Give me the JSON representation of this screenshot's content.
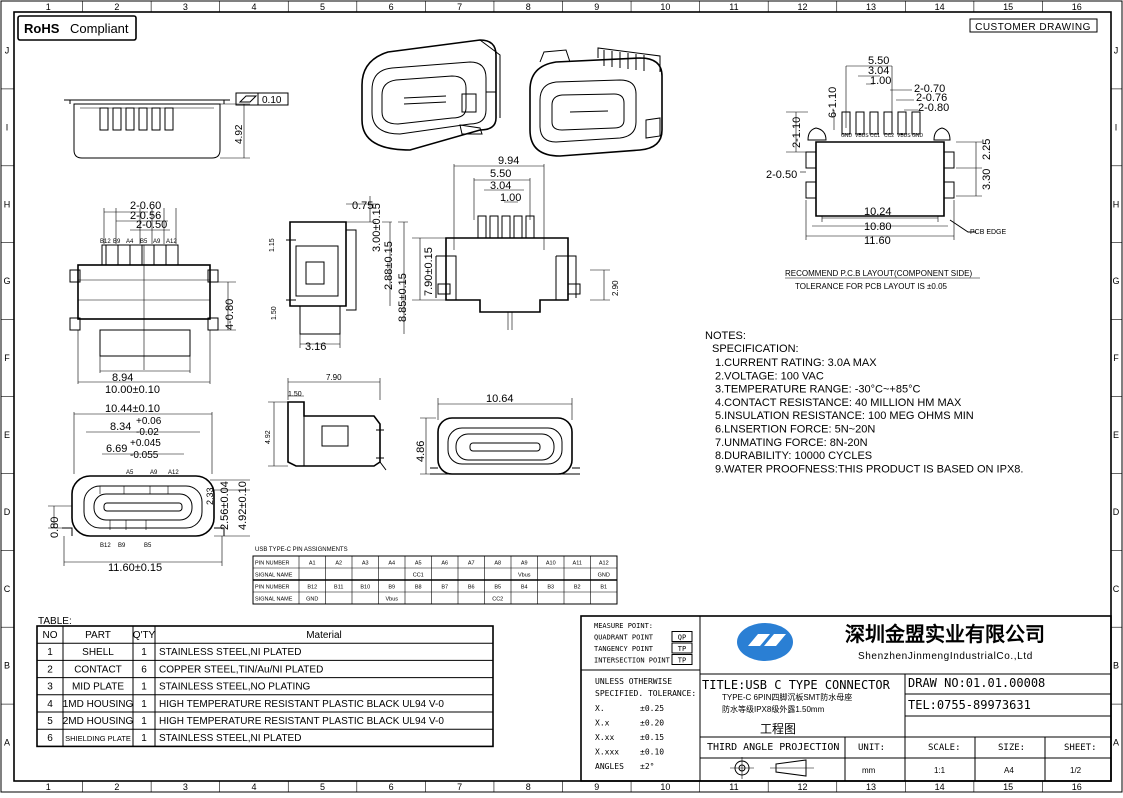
{
  "frame": {
    "columns": [
      "1",
      "2",
      "3",
      "4",
      "5",
      "6",
      "7",
      "8",
      "9",
      "10",
      "11",
      "12",
      "13",
      "14",
      "15",
      "16"
    ],
    "rows": [
      "J",
      "I",
      "H",
      "G",
      "F",
      "E",
      "D",
      "C",
      "B",
      "A"
    ]
  },
  "badges": {
    "rohs": "RoHS",
    "compliant": "Compliant",
    "customer_drawing": "CUSTOMER DRAWING"
  },
  "top_view": {
    "flatness": "0.10",
    "height": "4.92"
  },
  "front_view": {
    "d_060": "2-0.60",
    "d_056": "2-0.56",
    "d_050": "2-0.50",
    "pin_labels": [
      "B12",
      "B9",
      "A4",
      "B5",
      "A9",
      "A12"
    ],
    "height_4080": "4-0.80",
    "width_894": "8.94",
    "width_1000": "10.00±0.10"
  },
  "side_view": {
    "d_075": "0.75",
    "d_300": "3.00±0.15",
    "d_288": "2.88±0.15",
    "d_115": "1.15",
    "d_150": "1.50",
    "d_316": "3.16",
    "d_885": "8.85±0.15"
  },
  "pcb_side_view": {
    "d_994": "9.94",
    "d_550": "5.50",
    "d_304": "3.04",
    "d_100": "1.00",
    "d_790": "7.90±0.15",
    "d_290": "2.90"
  },
  "bottom_side_view": {
    "d_790": "7.90",
    "d_150": "1.50",
    "d_492": "4.92"
  },
  "front_outline": {
    "d_1064": "10.64",
    "d_486": "4.86"
  },
  "opening_view": {
    "d_1044": "10.44±0.10",
    "d_834": "8.34",
    "d_834_up": "+0.06",
    "d_834_dn": "-0.02",
    "d_669": "6.69",
    "d_669_up": "+0.045",
    "d_669_dn": "-0.055",
    "top_pins": [
      "A5",
      "A9",
      "A12"
    ],
    "bottom_pins": [
      "B12",
      "B9",
      "B5"
    ],
    "d_080": "0.80",
    "d_233": "2.33",
    "d_256": "2.56±0.04",
    "d_492": "4.92±0.10",
    "d_1160": "11.60±0.15"
  },
  "pcb_layout": {
    "d_550": "5.50",
    "d_304": "3.04",
    "d_100": "1.00",
    "d_070": "2-0.70",
    "d_076": "2-0.76",
    "d_080": "2-0.80",
    "d_610": "6-1.10",
    "d_210": "2-1.10",
    "d_050": "2-0.50",
    "d_225": "2.25",
    "d_330": "3.30",
    "d_1024": "10.24",
    "d_1080": "10.80",
    "d_1160": "11.60",
    "pin_names": [
      "GND",
      "VBUS",
      "CC1",
      "CC2",
      "VBUS",
      "GND"
    ],
    "pcb_edge": "PCB EDGE",
    "title": "RECOMMEND P.C.B LAYOUT(COMPONENT SIDE)",
    "tolerance": "TOLERANCE FOR PCB LAYOUT IS ±0.05"
  },
  "notes": {
    "heading": "NOTES:",
    "spec": "SPECIFICATION:",
    "items": [
      "1.CURRENT RATING: 3.0A MAX",
      "2.VOLTAGE: 100 VAC",
      "3.TEMPERATURE RANGE: -30°C~+85°C",
      "4.CONTACT RESISTANCE: 40 MILLION HM MAX",
      "5.INSULATION RESISTANCE: 100 MEG OHMS MIN",
      "6.LNSERTION FORCE: 5N~20N",
      "7.UNMATING FORCE: 8N-20N",
      "8.DURABILITY: 10000 CYCLES",
      "9.WATER PROOFNESS:THIS PRODUCT IS BASED ON IPX8."
    ]
  },
  "pin_table": {
    "title": "USB TYPE-C PIN ASSIGNMENTS",
    "rows": [
      [
        "PIN NUMBER",
        "A1",
        "A2",
        "A3",
        "A4",
        "A5",
        "A6",
        "A7",
        "A8",
        "A9",
        "A10",
        "A11",
        "A12"
      ],
      [
        "SIGNAL NAME",
        "",
        "",
        "",
        "",
        "CC1",
        "",
        "",
        "",
        "Vbus",
        "",
        "",
        "GND"
      ],
      [
        "PIN NUMBER",
        "B12",
        "B11",
        "B10",
        "B9",
        "B8",
        "B7",
        "B6",
        "B5",
        "B4",
        "B3",
        "B2",
        "B1"
      ],
      [
        "SIGNAL NAME",
        "GND",
        "",
        "",
        "Vbus",
        "",
        "",
        "",
        "CC2",
        "",
        "",
        "",
        ""
      ]
    ]
  },
  "bom": {
    "label": "TABLE:",
    "headers": [
      "NO",
      "PART",
      "Q'TY",
      "Material"
    ],
    "rows": [
      [
        "1",
        "SHELL",
        "1",
        "STAINLESS STEEL,NI PLATED"
      ],
      [
        "2",
        "CONTACT",
        "6",
        "COPPER STEEL,TIN/Au/NI PLATED"
      ],
      [
        "3",
        "MID PLATE",
        "1",
        "STAINLESS STEEL,NO PLATING"
      ],
      [
        "4",
        "1MD HOUSING",
        "1",
        "HIGH TEMPERATURE RESISTANT PLASTIC BLACK UL94 V-0"
      ],
      [
        "5",
        "2MD HOUSING",
        "1",
        "HIGH TEMPERATURE RESISTANT PLASTIC BLACK UL94 V-0"
      ],
      [
        "6",
        "SHIELDING PLATE",
        "1",
        "STAINLESS STEEL,NI PLATED"
      ]
    ]
  },
  "title_block": {
    "measure": [
      [
        "MEASURE POINT:",
        ""
      ],
      [
        "QUADRANT POINT",
        "QP"
      ],
      [
        "TANGENCY POINT",
        "TP"
      ],
      [
        "INTERSECTION POINT",
        "TP"
      ]
    ],
    "tol_head1": "UNLESS OTHERWISE",
    "tol_head2": "SPECIFIED. TOLERANCE:",
    "tolerances": [
      [
        "X.",
        "±0.25"
      ],
      [
        "X.x",
        "±0.20"
      ],
      [
        "X.xx",
        "±0.15"
      ],
      [
        "X.xxx",
        "±0.10"
      ],
      [
        "ANGLES",
        "±2°"
      ]
    ],
    "company_cn": "深圳金盟实业有限公司",
    "company_en": "ShenzhenJinmengIndustrialCo.,Ltd",
    "title": "TITLE:USB C TYPE CONNECTOR",
    "desc1": "TYPE-C 6PIN四脚沉板SMT防水母座",
    "desc2": "防水等级IPX8级外露1.50mm",
    "drawing_cn": "工程图",
    "projection": "THIRD ANGLE PROJECTION",
    "draw_no": "DRAW NO:01.01.00008",
    "tel": "TEL:0755-89973631",
    "unit_label": "UNIT:",
    "unit": "mm",
    "scale_label": "SCALE:",
    "scale": "1:1",
    "size_label": "SIZE:",
    "size": "A4",
    "sheet_label": "SHEET:",
    "sheet": "1/2"
  }
}
